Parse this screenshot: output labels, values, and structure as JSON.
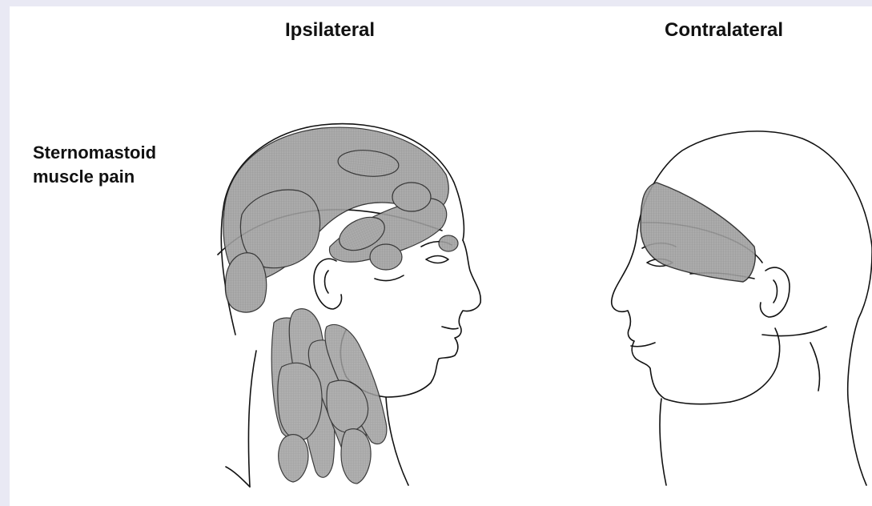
{
  "columns": {
    "ipsilateral": "Ipsilateral",
    "contralateral": "Contralateral"
  },
  "row_label": {
    "line1": "Sternomastoid",
    "line2": "muscle pain"
  },
  "colors": {
    "page_background": "#e9e9f4",
    "panel_background": "#ffffff",
    "pain_region_fill": "#9a9a9a",
    "outline": "#111111"
  },
  "icons": [
    "head-profile-right-icon",
    "head-profile-left-icon"
  ]
}
